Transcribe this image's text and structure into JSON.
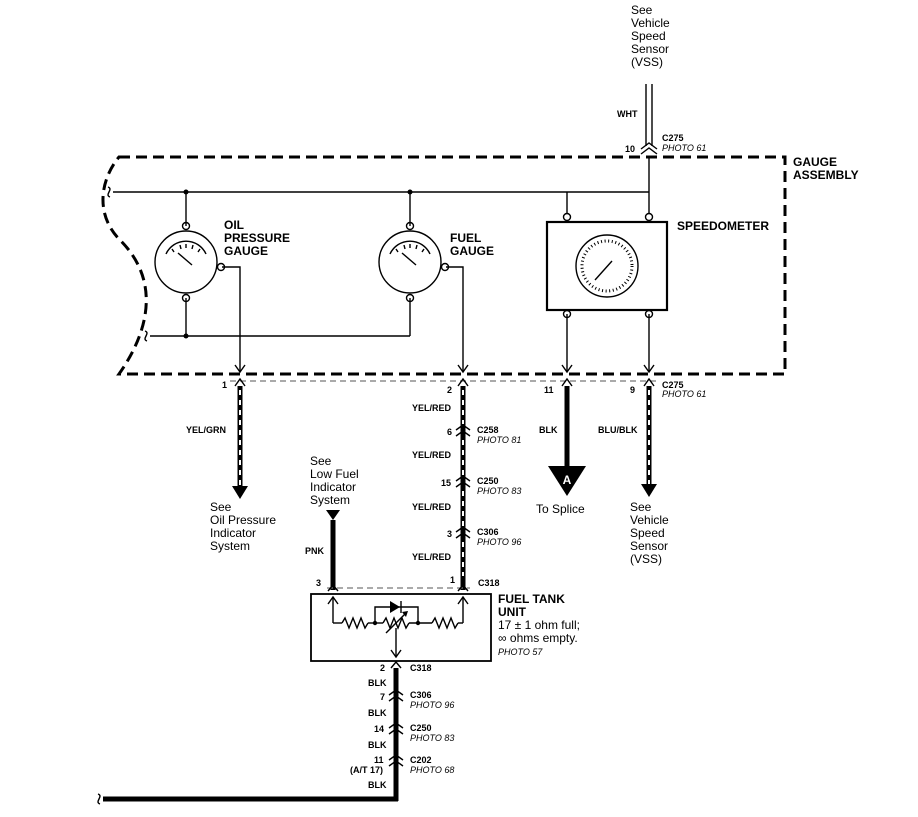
{
  "labels": {
    "vss_top": [
      "See",
      "Vehicle",
      "Speed",
      "Sensor",
      "(VSS)"
    ],
    "gauge_assembly": [
      "GAUGE",
      "ASSEMBLY"
    ],
    "oil_gauge": [
      "OIL",
      "PRESSURE",
      "GAUGE"
    ],
    "fuel_gauge": [
      "FUEL",
      "GAUGE"
    ],
    "speedometer": "SPEEDOMETER",
    "oil_ref": [
      "See",
      "Oil Pressure",
      "Indicator",
      "System"
    ],
    "low_fuel_ref": [
      "See",
      "Low Fuel",
      "Indicator",
      "System"
    ],
    "to_splice": "To Splice",
    "splice_letter": "A",
    "vss_bottom": [
      "See",
      "Vehicle",
      "Speed",
      "Sensor",
      "(VSS)"
    ],
    "fuel_tank_title": [
      "FUEL TANK",
      "UNIT"
    ],
    "fuel_tank_spec": [
      "17 ± 1 ohm full;",
      "∞ ohms empty."
    ],
    "fuel_tank_photo": "PHOTO 57"
  },
  "wires": {
    "wht": "WHT",
    "yel_grn": "YEL/GRN",
    "yel_red": "YEL/RED",
    "blk": "BLK",
    "blu_blk": "BLU/BLK",
    "pnk": "PNK"
  },
  "pins": {
    "p10": "10",
    "p1": "1",
    "p2": "2",
    "p11": "11",
    "p9": "9",
    "p6": "6",
    "p15": "15",
    "p3": "3",
    "p1b": "1",
    "p3b": "3",
    "p2b": "2",
    "p7": "7",
    "p14": "14",
    "p11b": "11",
    "at17": "(A/T 17)"
  },
  "connectors": {
    "c275_top": {
      "name": "C275",
      "photo": "PHOTO 61"
    },
    "c275_bot": {
      "name": "C275",
      "photo": "PHOTO 61"
    },
    "c258": {
      "name": "C258",
      "photo": "PHOTO 81"
    },
    "c250a": {
      "name": "C250",
      "photo": "PHOTO 83"
    },
    "c306a": {
      "name": "C306",
      "photo": "PHOTO 96"
    },
    "c318a": {
      "name": "C318"
    },
    "c318b": {
      "name": "C318"
    },
    "c306b": {
      "name": "C306",
      "photo": "PHOTO 96"
    },
    "c250b": {
      "name": "C250",
      "photo": "PHOTO 83"
    },
    "c202": {
      "name": "C202",
      "photo": "PHOTO 68"
    }
  }
}
